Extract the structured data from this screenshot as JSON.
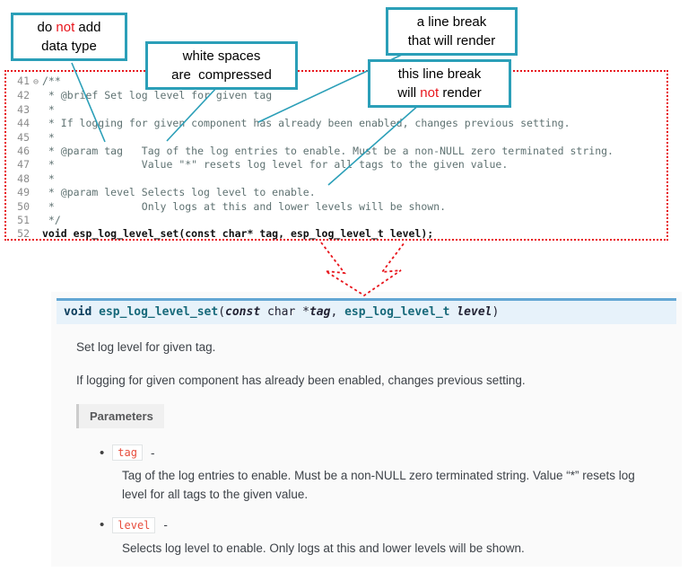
{
  "colors": {
    "callout_border_teal": "#2b9fb8",
    "annotation_red": "#e8151c",
    "signature_bg": "#e7f2fa",
    "signature_border": "#64a7d4",
    "param_literal_red": "#e74c3c"
  },
  "callouts": {
    "no_datatype": {
      "seg1": "do ",
      "red": "not",
      "seg2": " add",
      "line2": "data type"
    },
    "whitespace": {
      "line1": "white spaces",
      "line2": "are  compressed"
    },
    "line_break_render": {
      "line1": "a line break",
      "line2": "that will render"
    },
    "line_break_norender": {
      "line1": "this line break",
      "seg1": "will ",
      "red": "not",
      "seg2": " render"
    }
  },
  "editor": {
    "lines": [
      {
        "num": "41",
        "fold": "⊖",
        "code": "/**"
      },
      {
        "num": "42",
        "code": " * @brief Set log level for given tag"
      },
      {
        "num": "43",
        "code": " *"
      },
      {
        "num": "44",
        "code": " * If logging for given component has already been enabled, changes previous setting."
      },
      {
        "num": "45",
        "code": " *"
      },
      {
        "num": "46",
        "code": " * @param tag   Tag of the log entries to enable. Must be a non-NULL zero terminated string."
      },
      {
        "num": "47",
        "code": " *              Value \"*\" resets log level for all tags to the given value."
      },
      {
        "num": "48",
        "code": " *"
      },
      {
        "num": "49",
        "code": " * @param level Selects log level to enable."
      },
      {
        "num": "50",
        "code": " *              Only logs at this and lower levels will be shown."
      },
      {
        "num": "51",
        "code": " */"
      },
      {
        "num": "52",
        "code": "void esp_log_level_set(const char* tag, esp_log_level_t level);"
      }
    ]
  },
  "doc": {
    "signature": {
      "return_type": "void ",
      "name": "esp_log_level_set",
      "open": "(",
      "const_kw": "const",
      "char_ptr": " char *",
      "param1": "tag",
      "comma": ", ",
      "type2": "esp_log_level_t ",
      "param2": "level",
      "close": ")"
    },
    "brief": "Set log level for given tag.",
    "details": "If logging for given component has already been enabled, changes previous setting.",
    "parameters_label": "Parameters",
    "bullet": "•",
    "params": [
      {
        "name": "tag",
        "dash": " - ",
        "desc": "Tag of the log entries to enable. Must be a non-NULL zero terminated string. Value “*” resets log level for all tags to the given value."
      },
      {
        "name": "level",
        "dash": " - ",
        "desc": "Selects log level to enable. Only logs at this and lower levels will be shown."
      }
    ]
  }
}
